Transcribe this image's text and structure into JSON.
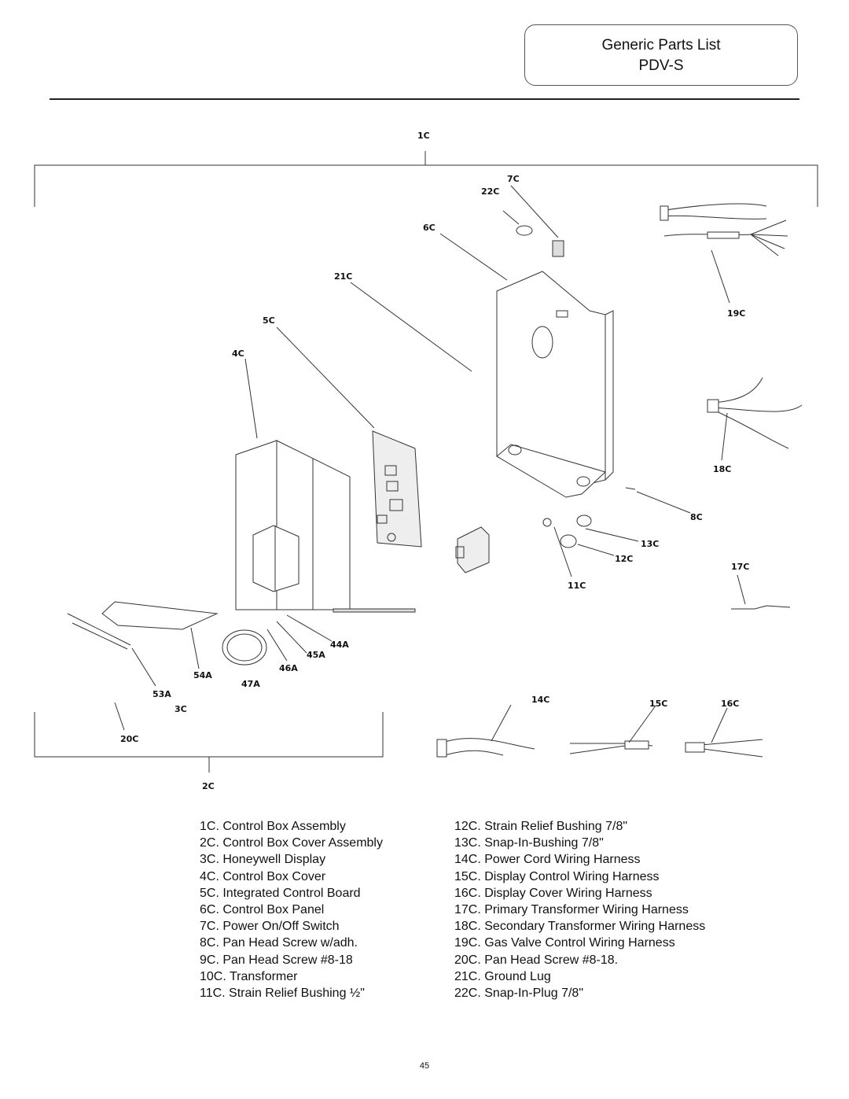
{
  "header": {
    "title_line1": "Generic Parts List",
    "title_line2": "PDV-S"
  },
  "diagram": {
    "callouts": {
      "c1": "1C",
      "c2": "2C",
      "c3": "3C",
      "c4": "4C",
      "c5": "5C",
      "c6": "6C",
      "c7": "7C",
      "c8": "8C",
      "c11": "11C",
      "c12": "12C",
      "c13": "13C",
      "c14": "14C",
      "c15": "15C",
      "c16": "16C",
      "c17": "17C",
      "c18": "18C",
      "c19": "19C",
      "c20": "20C",
      "c21": "21C",
      "c22": "22C",
      "a44": "44A",
      "a45": "45A",
      "a46": "46A",
      "a47": "47A",
      "a53": "53A",
      "a54": "54A"
    }
  },
  "legend": {
    "left": [
      "1C. Control Box Assembly",
      "2C. Control Box Cover Assembly",
      "3C. Honeywell Display",
      "4C. Control Box Cover",
      "5C. Integrated Control Board",
      "6C. Control Box Panel",
      "7C. Power On/Off Switch",
      "8C. Pan Head Screw w/adh.",
      "9C. Pan Head Screw #8-18",
      "10C. Transformer",
      "11C. Strain Relief Bushing ½\""
    ],
    "right": [
      "12C. Strain Relief Bushing 7/8\"",
      "13C. Snap-In-Bushing 7/8\"",
      "14C. Power Cord Wiring Harness",
      "15C. Display Control Wiring Harness",
      "16C. Display Cover Wiring Harness",
      "17C. Primary Transformer Wiring Harness",
      "18C. Secondary Transformer Wiring Harness",
      "19C. Gas Valve Control Wiring Harness",
      "20C. Pan Head Screw #8-18.",
      "21C. Ground Lug",
      "22C. Snap-In-Plug 7/8\""
    ]
  },
  "footer": {
    "page_number": "45"
  }
}
